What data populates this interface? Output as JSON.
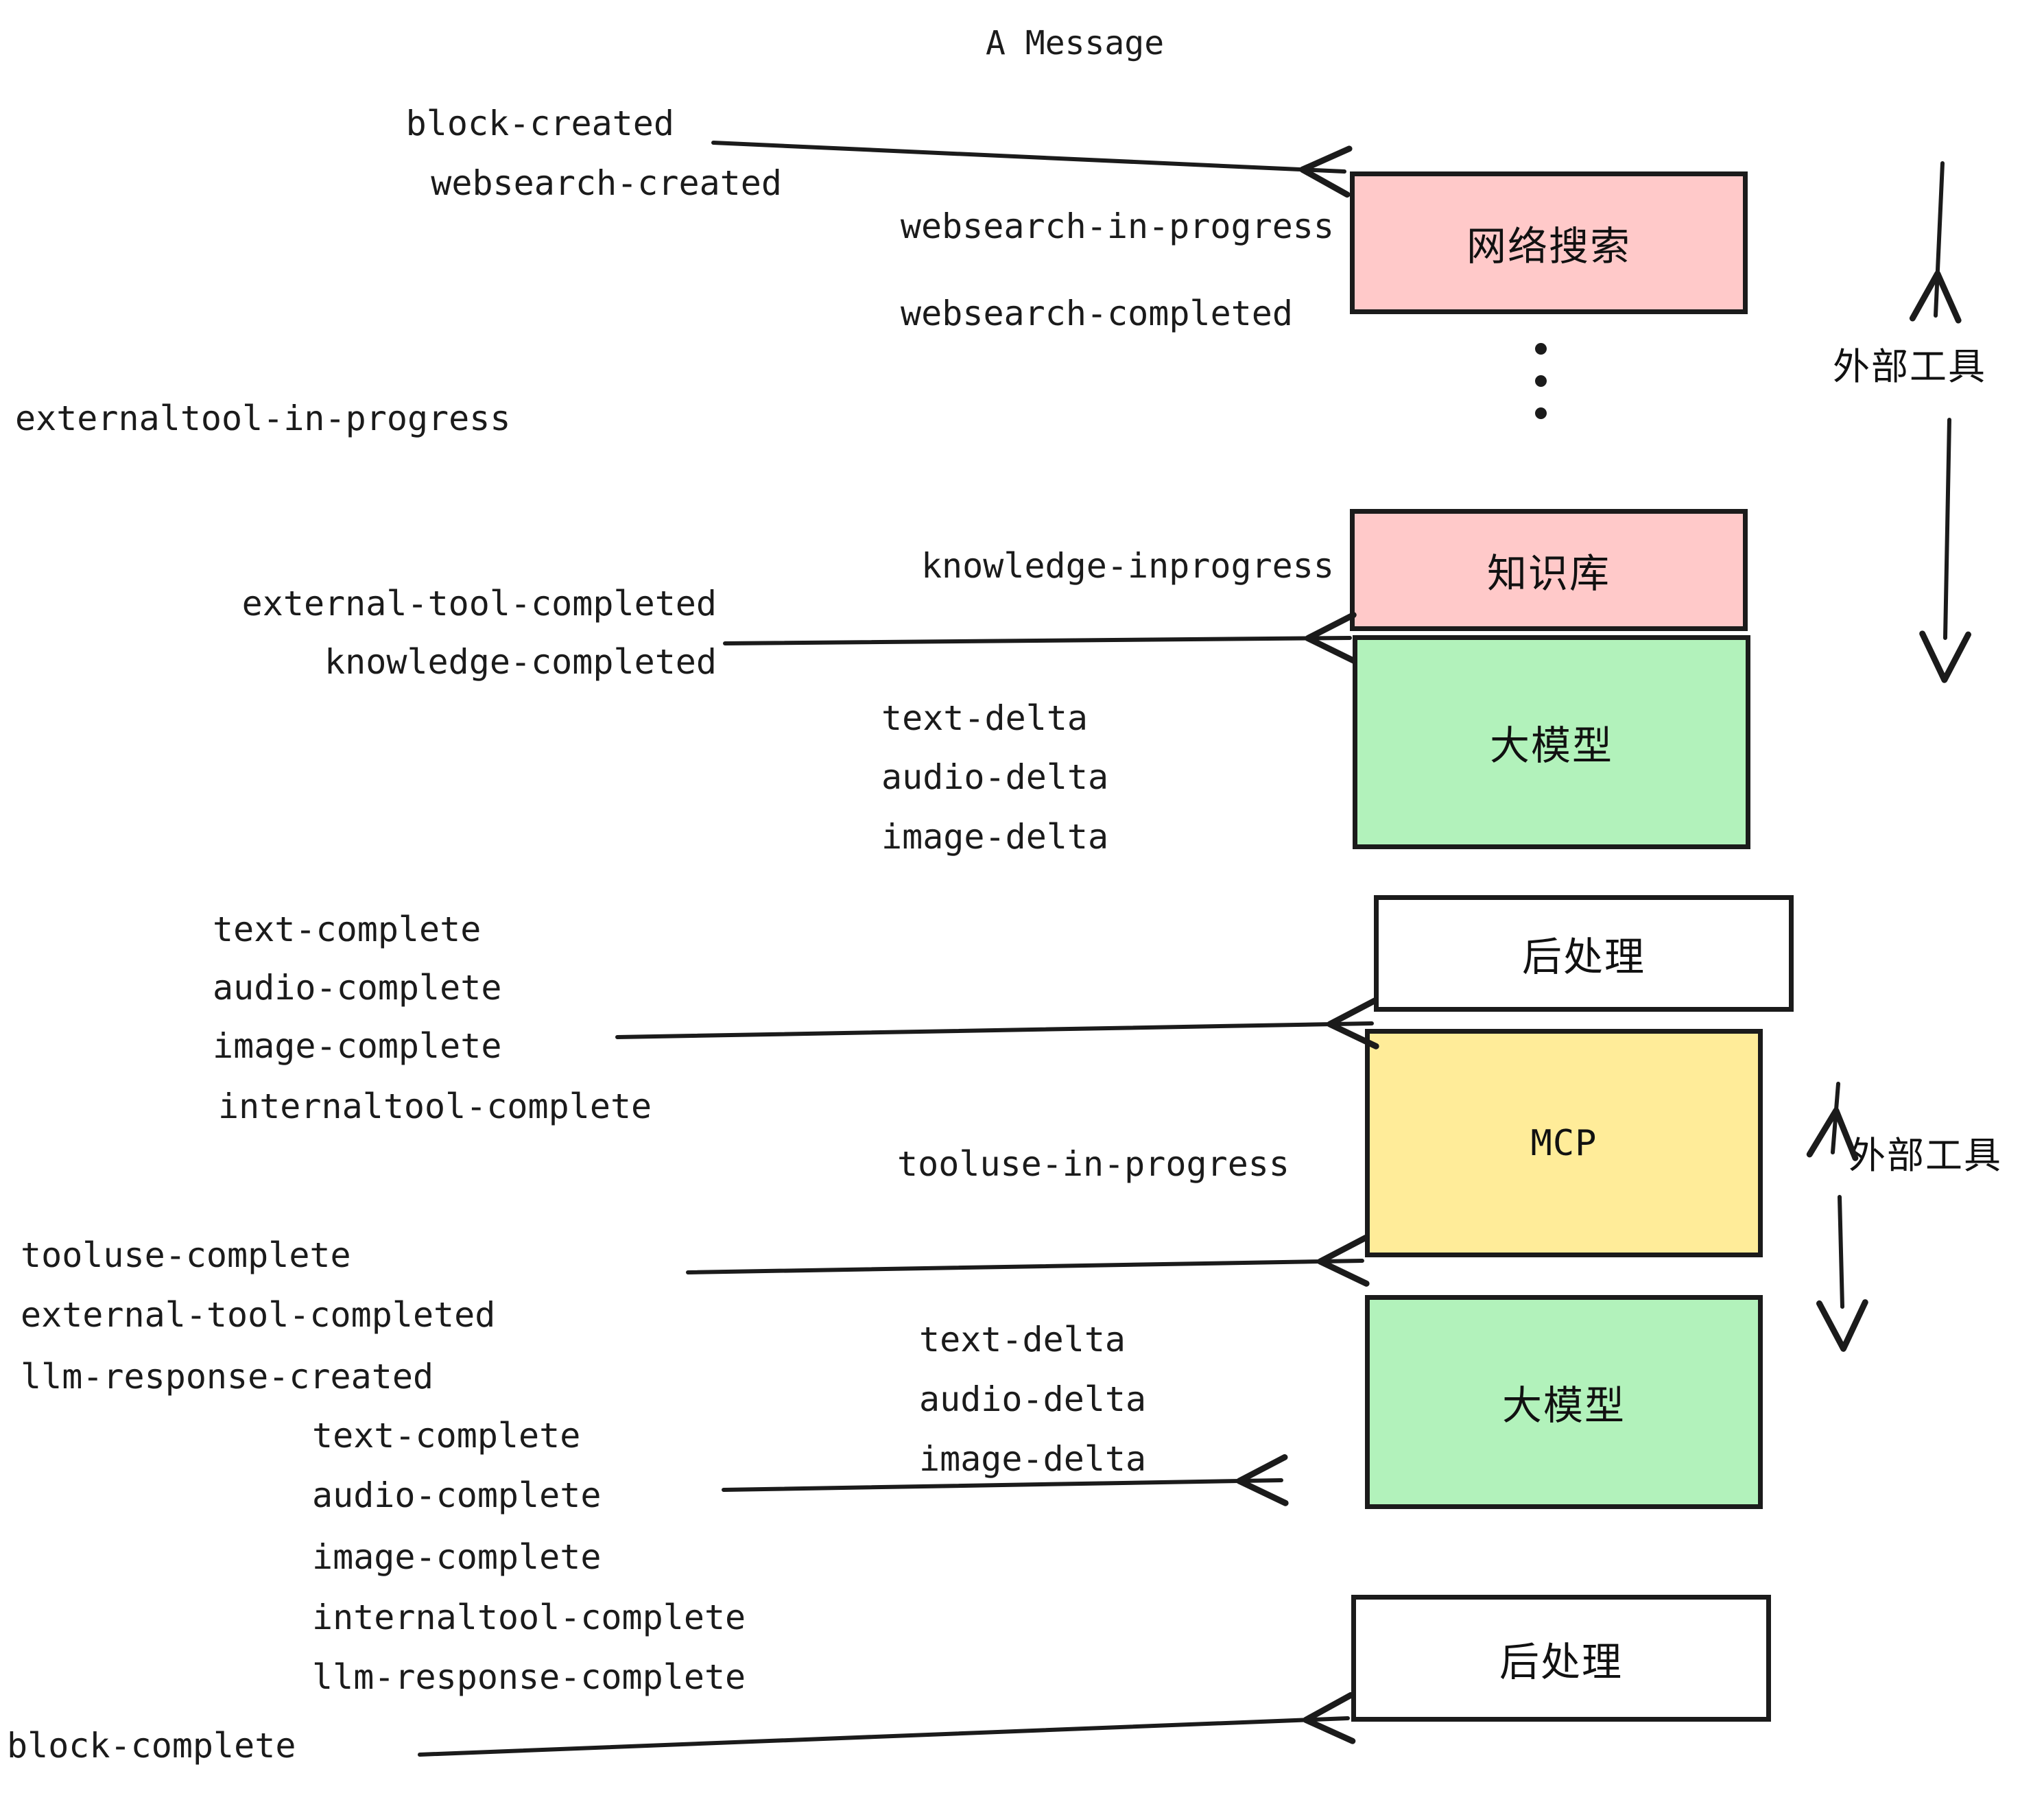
{
  "diagram": {
    "title": "A Message",
    "colors": {
      "pink": "#ffc9c9",
      "green": "#b2f2bb",
      "yellow": "#ffec99",
      "white": "#ffffff",
      "stroke": "#1b1b1b"
    },
    "nodes": [
      {
        "id": "websearch",
        "label": "网络搜索",
        "fill": "pink"
      },
      {
        "id": "knowledge",
        "label": "知识库",
        "fill": "pink"
      },
      {
        "id": "llm-1",
        "label": "大模型",
        "fill": "green"
      },
      {
        "id": "postprocess-1",
        "label": "后处理",
        "fill": "white"
      },
      {
        "id": "mcp",
        "label": "MCP",
        "fill": "yellow"
      },
      {
        "id": "llm-2",
        "label": "大模型",
        "fill": "green"
      },
      {
        "id": "postprocess-2",
        "label": "后处理",
        "fill": "white"
      }
    ],
    "side_annotations": [
      {
        "id": "external-tools-top",
        "label": "外部工具"
      },
      {
        "id": "external-tools-bottom",
        "label": "外部工具"
      }
    ],
    "events": [
      {
        "id": "block-created",
        "text": "block-created",
        "align": "right"
      },
      {
        "id": "websearch-created",
        "text": "websearch-created",
        "align": "right"
      },
      {
        "id": "websearch-in-progress",
        "text": "websearch-in-progress",
        "align": "right"
      },
      {
        "id": "websearch-completed",
        "text": "websearch-completed",
        "align": "right"
      },
      {
        "id": "externaltool-in-progress",
        "text": "externaltool-in-progress",
        "align": "left"
      },
      {
        "id": "knowledge-inprogress",
        "text": "knowledge-inprogress",
        "align": "right"
      },
      {
        "id": "external-tool-completed-1",
        "text": "external-tool-completed",
        "align": "right"
      },
      {
        "id": "knowledge-completed",
        "text": "knowledge-completed",
        "align": "right"
      },
      {
        "id": "text-delta-1",
        "text": "text-delta",
        "align": "left"
      },
      {
        "id": "audio-delta-1",
        "text": "audio-delta",
        "align": "left"
      },
      {
        "id": "image-delta-1",
        "text": "image-delta",
        "align": "left"
      },
      {
        "id": "text-complete-1",
        "text": "text-complete",
        "align": "left"
      },
      {
        "id": "audio-complete-1",
        "text": "audio-complete",
        "align": "left"
      },
      {
        "id": "image-complete-1",
        "text": "image-complete",
        "align": "left"
      },
      {
        "id": "internaltool-complete-1",
        "text": "internaltool-complete",
        "align": "left"
      },
      {
        "id": "tooluse-in-progress",
        "text": "tooluse-in-progress",
        "align": "right"
      },
      {
        "id": "tooluse-complete",
        "text": "tooluse-complete",
        "align": "left"
      },
      {
        "id": "external-tool-completed-2",
        "text": "external-tool-completed",
        "align": "left"
      },
      {
        "id": "llm-response-created",
        "text": "llm-response-created",
        "align": "left"
      },
      {
        "id": "text-delta-2",
        "text": "text-delta",
        "align": "left"
      },
      {
        "id": "audio-delta-2",
        "text": "audio-delta",
        "align": "left"
      },
      {
        "id": "image-delta-2",
        "text": "image-delta",
        "align": "left"
      },
      {
        "id": "text-complete-2",
        "text": "text-complete",
        "align": "left"
      },
      {
        "id": "audio-complete-2",
        "text": "audio-complete",
        "align": "left"
      },
      {
        "id": "image-complete-2",
        "text": "image-complete",
        "align": "left"
      },
      {
        "id": "internaltool-complete-2",
        "text": "internaltool-complete",
        "align": "left"
      },
      {
        "id": "llm-response-complete",
        "text": "llm-response-complete",
        "align": "left"
      },
      {
        "id": "block-complete",
        "text": "block-complete",
        "align": "left"
      }
    ]
  }
}
